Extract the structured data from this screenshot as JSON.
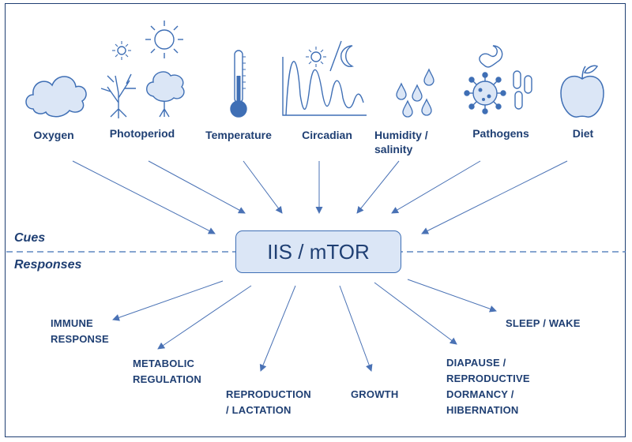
{
  "cues_label": "Cues",
  "responses_label": "Responses",
  "hub_label": "IIS / mTOR",
  "cues": [
    {
      "label": "Oxygen",
      "icon": "cloud-icon"
    },
    {
      "label": "Photoperiod",
      "icon": "sun-tree-icon"
    },
    {
      "label": "Temperature",
      "icon": "thermometer-icon"
    },
    {
      "label": "Circadian",
      "icon": "sun-moon-wave-icon"
    },
    {
      "label": "Humidity /",
      "label2": "salinity",
      "icon": "droplets-icon"
    },
    {
      "label": "Pathogens",
      "icon": "virus-bacteria-icon"
    },
    {
      "label": "Diet",
      "icon": "apple-icon"
    }
  ],
  "responses": [
    {
      "line1": "IMMUNE",
      "line2": "RESPONSE"
    },
    {
      "line1": "METABOLIC",
      "line2": "REGULATION"
    },
    {
      "line1": "REPRODUCTION",
      "line2": "/ LACTATION"
    },
    {
      "line1": "GROWTH"
    },
    {
      "line1": "DIAPAUSE /",
      "line2": "REPRODUCTIVE",
      "line3": "DORMANCY /",
      "line4": "HIBERNATION"
    },
    {
      "line1": "SLEEP / WAKE"
    }
  ],
  "colors": {
    "ink": "#1f3f73",
    "accent": "#3f6fb5",
    "fill": "#dbe6f6",
    "arrow": "#4a72b5"
  }
}
